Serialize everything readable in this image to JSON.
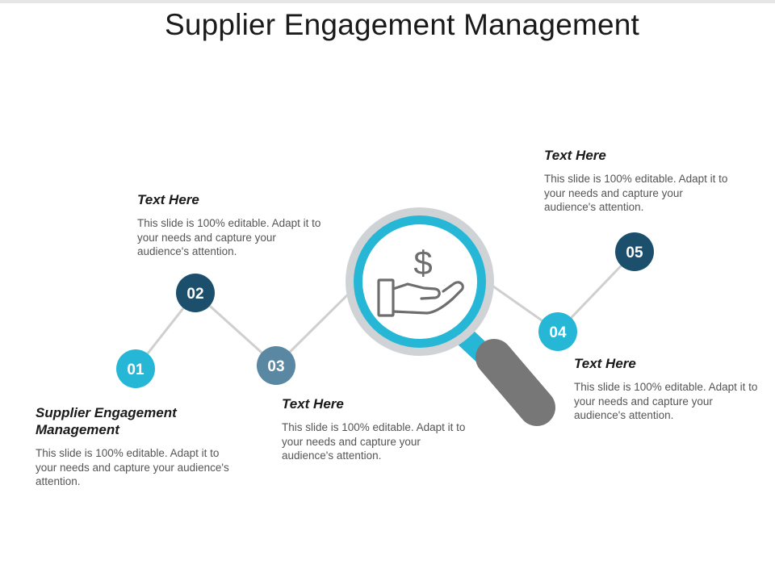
{
  "title": "Supplier Engagement Management",
  "colors": {
    "light_blue": "#27b7d6",
    "dark_blue": "#1b4f6b",
    "slate": "#5a87a2",
    "connector": "#cfcfcf",
    "handle": "#777777",
    "lens_ring": "#cfd3d6"
  },
  "nodes": [
    {
      "label": "01",
      "color": "#27b7d6"
    },
    {
      "label": "02",
      "color": "#1b4f6b"
    },
    {
      "label": "03",
      "color": "#5a87a2"
    },
    {
      "label": "04",
      "color": "#27b7d6"
    },
    {
      "label": "05",
      "color": "#1b4f6b"
    }
  ],
  "blocks": [
    {
      "title": "Supplier Engagement Management",
      "body": "This slide is 100% editable. Adapt it to your needs and capture your audience's attention."
    },
    {
      "title": "Text Here",
      "body": "This slide is 100% editable. Adapt it to your needs and capture your audience's attention."
    },
    {
      "title": "Text Here",
      "body": "This slide is 100% editable. Adapt it to your needs and capture your audience's attention."
    },
    {
      "title": "Text Here",
      "body": "This slide is 100% editable. Adapt it to your needs and capture your audience's attention."
    },
    {
      "title": "Text Here",
      "body": "This slide is 100% editable. Adapt it to your needs and capture your audience's attention."
    }
  ],
  "icons": {
    "center": "magnifier-icon",
    "inner": "hand-dollar-icon"
  }
}
